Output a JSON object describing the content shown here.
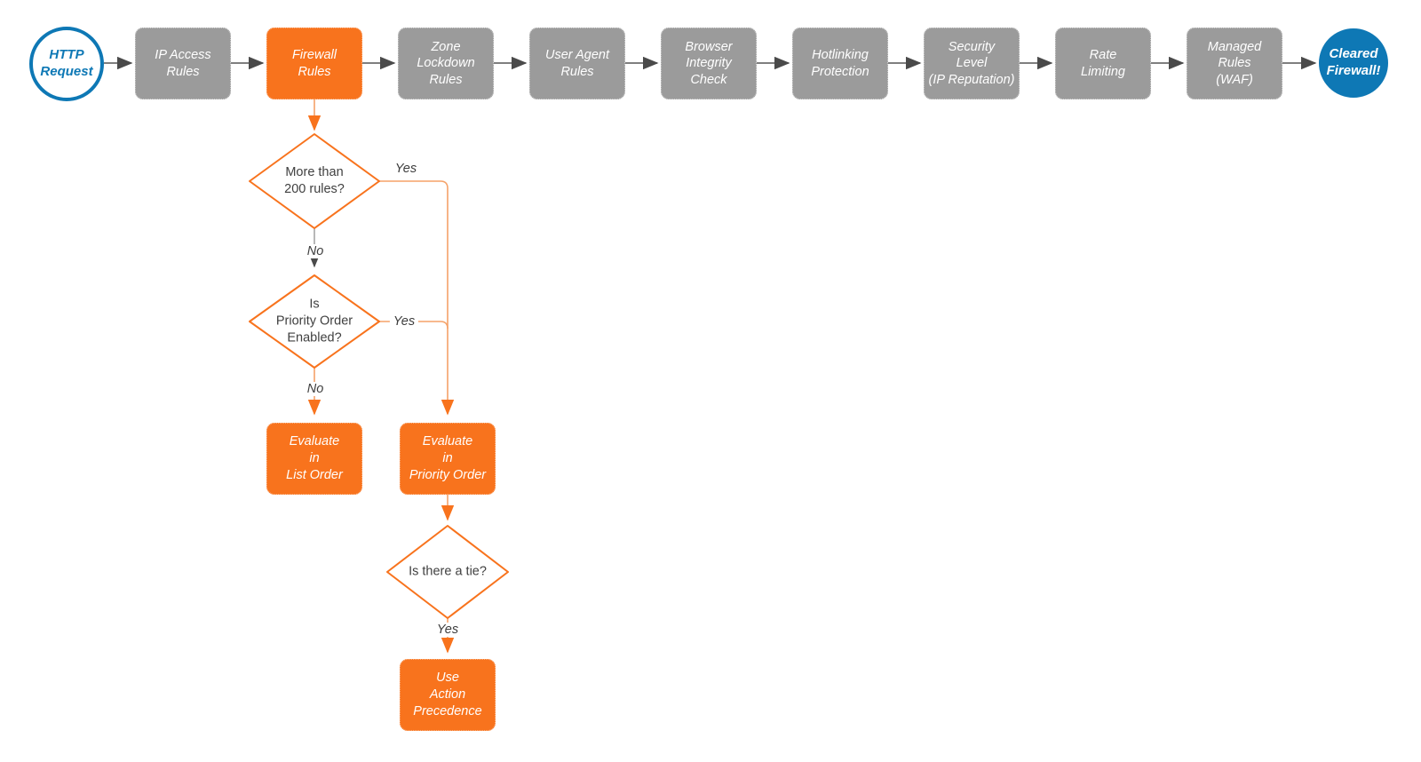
{
  "colors": {
    "accent_orange": "#f8731d",
    "connector_orange": "#f5a269",
    "node_gray": "#9b9b9b",
    "brand_blue": "#0e78b5",
    "connector_gray": "#555555",
    "text_dark": "#404040",
    "node_text": "#ffffff"
  },
  "flow": {
    "start": {
      "label": [
        "HTTP",
        "Request"
      ]
    },
    "steps": [
      {
        "label": [
          "IP Access",
          "Rules"
        ]
      },
      {
        "label": [
          "Firewall",
          "Rules"
        ]
      },
      {
        "label": [
          "Zone",
          "Lockdown",
          "Rules"
        ]
      },
      {
        "label": [
          "User Agent",
          "Rules"
        ]
      },
      {
        "label": [
          "Browser",
          "Integrity",
          "Check"
        ]
      },
      {
        "label": [
          "Hotlinking",
          "Protection"
        ]
      },
      {
        "label": [
          "Security",
          "Level",
          "(IP Reputation)"
        ]
      },
      {
        "label": [
          "Rate",
          "Limiting"
        ]
      },
      {
        "label": [
          "Managed",
          "Rules",
          "(WAF)"
        ]
      }
    ],
    "end": {
      "label": [
        "Cleared",
        "Firewall!"
      ]
    }
  },
  "decision_tree": {
    "more_than_200": {
      "question": [
        "More than",
        "200 rules?"
      ],
      "yes": "Yes",
      "no": "No"
    },
    "priority_enabled": {
      "question": [
        "Is",
        "Priority Order",
        "Enabled?"
      ],
      "yes": "Yes",
      "no": "No"
    },
    "evaluate_list_order": {
      "label": [
        "Evaluate",
        "in",
        "List Order"
      ]
    },
    "evaluate_priority_order": {
      "label": [
        "Evaluate",
        "in",
        "Priority Order"
      ]
    },
    "tie": {
      "question": [
        "Is there a tie?"
      ],
      "yes": "Yes"
    },
    "use_action_precedence": {
      "label": [
        "Use",
        "Action",
        "Precedence"
      ]
    }
  }
}
